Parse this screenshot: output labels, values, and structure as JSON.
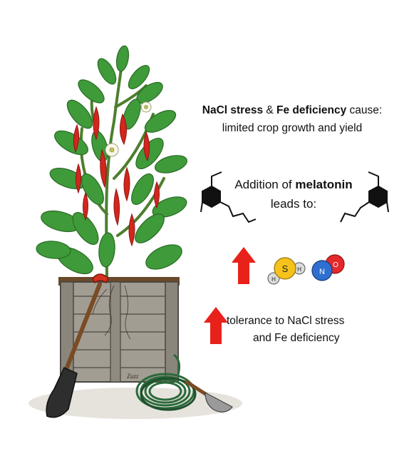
{
  "cause": {
    "bold1": "NaCl stress",
    "amp": " & ",
    "bold2": "Fe deficiency",
    "tail": " cause:",
    "line2": "limited crop growth and yield"
  },
  "melatonin": {
    "prefix": "Addition of ",
    "bold": "melatonin",
    "line2": "leads to:"
  },
  "molecules": {
    "h2s": {
      "s": "S",
      "h1": "H",
      "h2": "H"
    },
    "no": {
      "n": "N",
      "o": "O"
    }
  },
  "tolerance": {
    "line1": "tolerance to NaCl stress",
    "line2": "and Fe deficiency"
  },
  "colors": {
    "arrow": "#e8211b",
    "sulfur": "#f4c21a",
    "nitrogen": "#2f6fd0",
    "oxygen": "#e5282a",
    "hydrogen": "#dcdcdc",
    "leaf": "#3f9a3a",
    "pepper": "#d3261d",
    "crate": "#8d8a82",
    "hose": "#2b6a3b"
  },
  "icons": [
    "up-arrow-icon",
    "h2s-molecule-icon",
    "no-molecule-icon",
    "melatonin-structure-icon",
    "pepper-plant-illustration",
    "shovel-icon",
    "garden-hose-icon",
    "trowel-icon"
  ]
}
